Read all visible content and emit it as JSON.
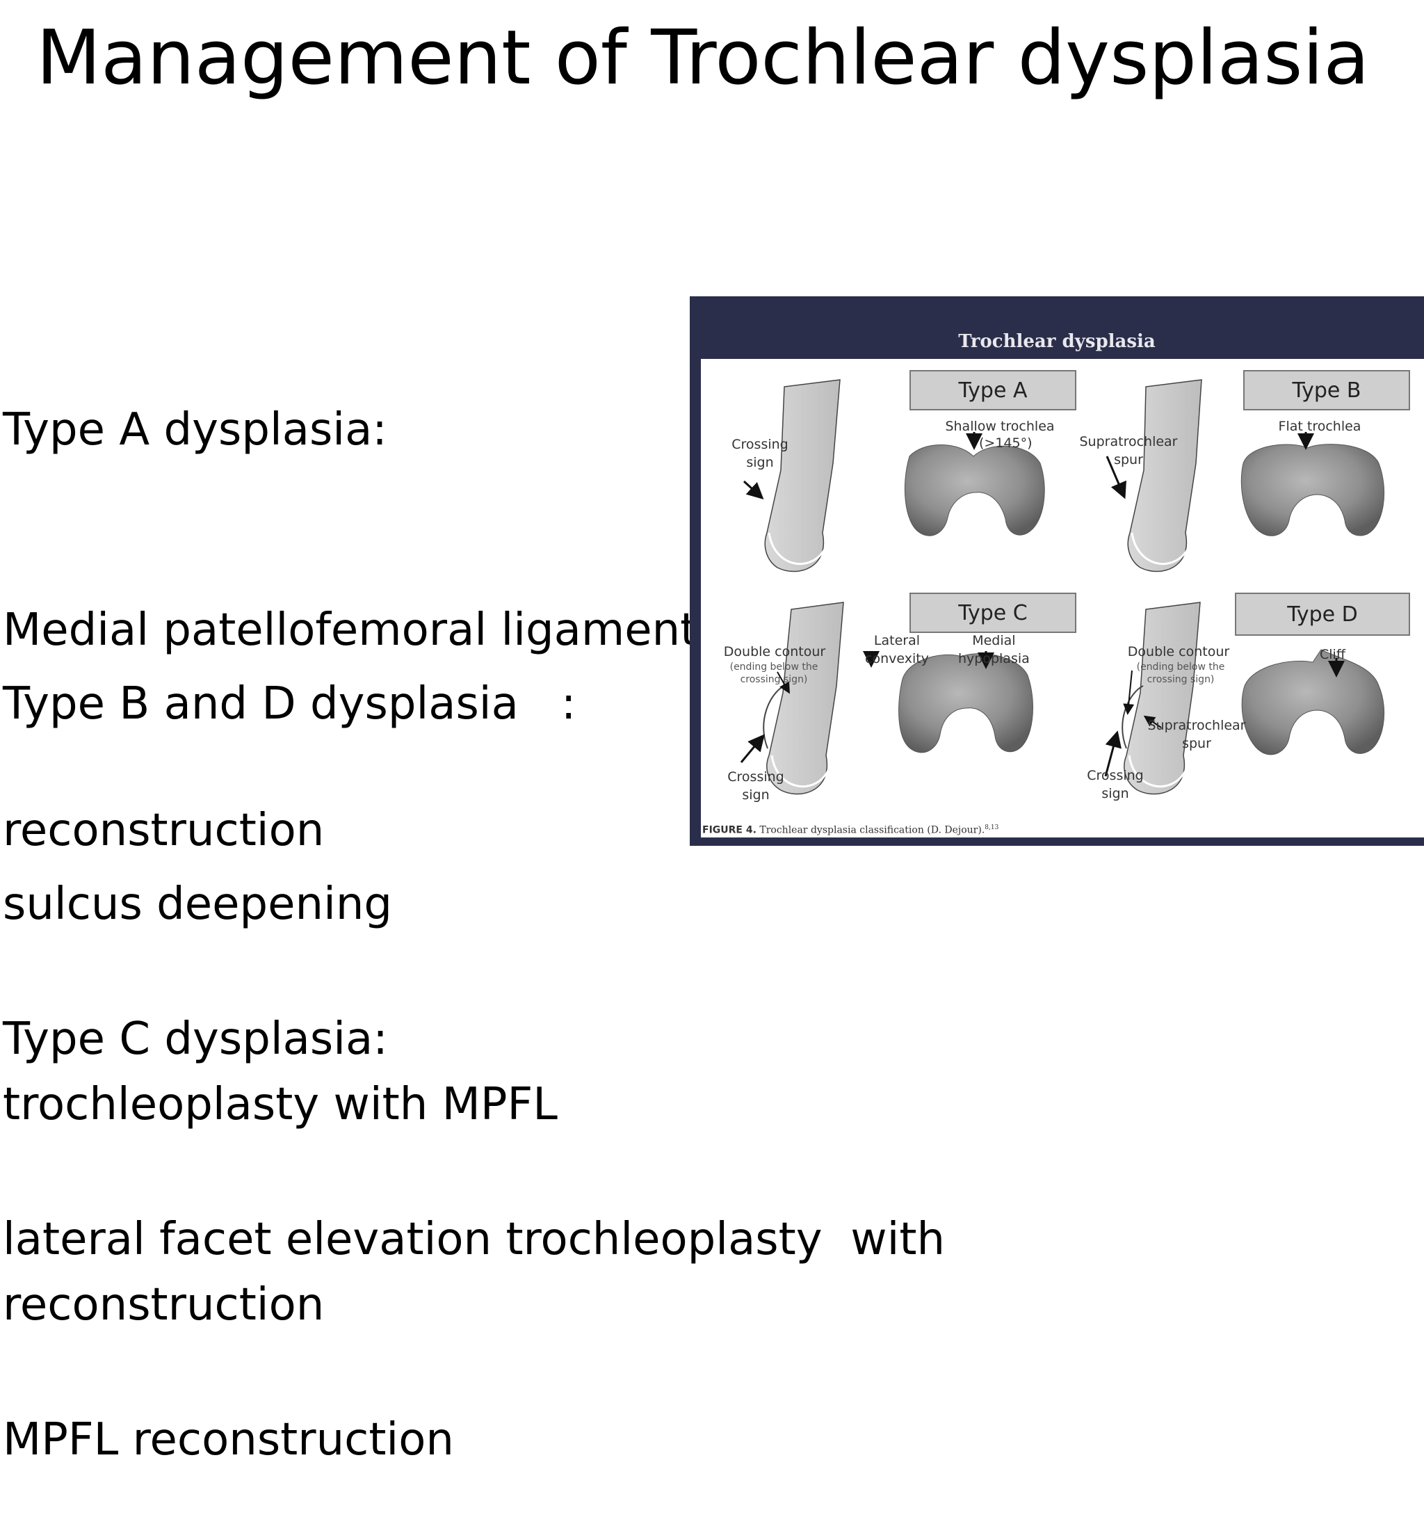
{
  "slide": {
    "title": "Management of Trochlear dysplasia",
    "sections": [
      {
        "lines": [
          "Type A dysplasia:",
          "Medial patellofemoral ligament",
          "reconstruction"
        ]
      },
      {
        "lines": [
          "Type B and D dysplasia   :",
          "sulcus deepening",
          "trochleoplasty with MPFL",
          "reconstruction"
        ]
      },
      {
        "lines": [
          "Type C dysplasia:",
          "lateral facet elevation trochleoplasty  with",
          "MPFL reconstruction"
        ]
      }
    ]
  },
  "figure": {
    "header": "Trochlear dysplasia",
    "types": {
      "a": {
        "title": "Type A",
        "label_main": "Shallow trochlea",
        "label_angle": "(>145°)",
        "side_label": "Crossing\nsign"
      },
      "b": {
        "title": "Type B",
        "label_main": "Flat trochlea",
        "side_label": "Supratrochlear\nspur"
      },
      "c": {
        "title": "Type C",
        "label_left": "Lateral\nconvexity",
        "label_right": "Medial\nhypoplasia",
        "side_label_top": "Double contour",
        "side_label_note": "(ending below the\ncrossing sign)",
        "side_label_bottom": "Crossing\nsign"
      },
      "d": {
        "title": "Type D",
        "label_main": "Cliff",
        "side_label_top": "Double contour",
        "side_label_note": "(ending below the\ncrossing sign)",
        "side_label_mid": "Supratrochlear\nspur",
        "side_label_bottom": "Crossing\nsign"
      }
    },
    "caption_prefix": "FIGURE 4.",
    "caption_text": "Trochlear dysplasia classification (D. Dejour).",
    "caption_refs": "8,13",
    "colors": {
      "frame": "#2b2e4a",
      "bone_shade": "#8a8a8a",
      "type_box": "#cfcfcf"
    }
  }
}
